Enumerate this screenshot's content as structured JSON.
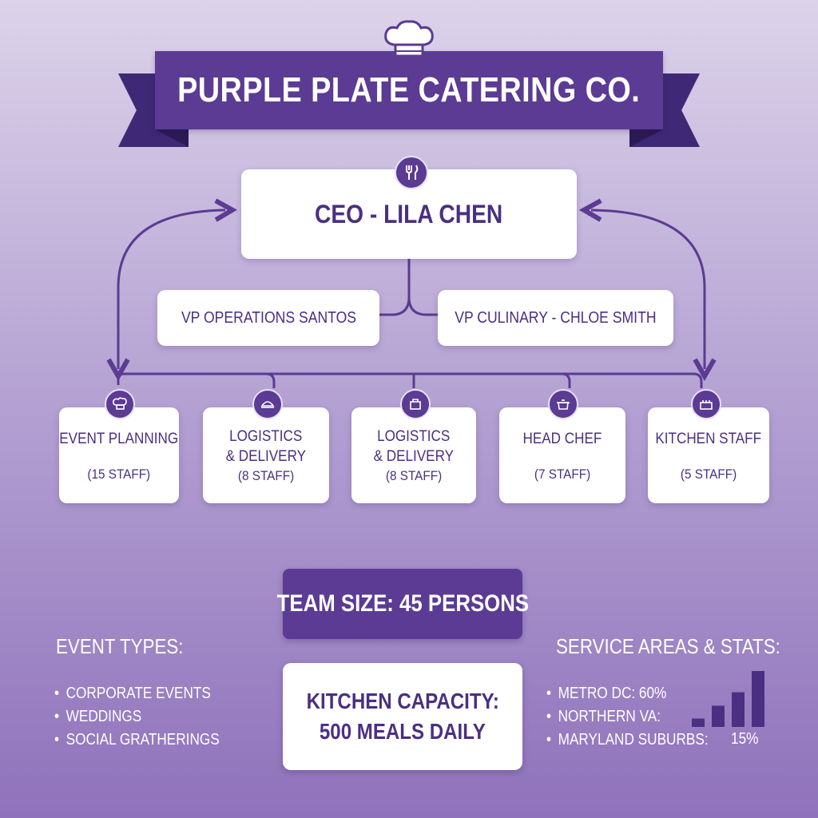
{
  "header": {
    "title": "PURPLE PLATE CATERING CO.",
    "icon": "chef-hat-icon"
  },
  "org": {
    "ceo": {
      "label": "CEO - LILA CHEN",
      "icon": "fork-knife-icon"
    },
    "vps": [
      {
        "label": "VP OPERATIONS SANTOS"
      },
      {
        "label": "VP CULINARY - CHLOE SMITH"
      }
    ],
    "departments": [
      {
        "name_line1": "EVENT PLANNING",
        "name_line2": "",
        "staff": "(15 STAFF)",
        "icon": "chef-hat-icon"
      },
      {
        "name_line1": "LOGISTICS",
        "name_line2": "& DELIVERY",
        "staff": "(8 STAFF)",
        "icon": "food-dish-icon"
      },
      {
        "name_line1": "LOGISTICS",
        "name_line2": "& DELIVERY",
        "staff": "(8 STAFF)",
        "icon": "delivery-box-icon"
      },
      {
        "name_line1": "HEAD CHEF",
        "name_line2": "",
        "staff": "(7 STAFF)",
        "icon": "cooking-pot-icon"
      },
      {
        "name_line1": "KITCHEN STAFF",
        "name_line2": "",
        "staff": "(5 STAFF)",
        "icon": "stove-icon"
      }
    ]
  },
  "team_size": "TEAM SIZE: 45 PERSONS",
  "kitchen_capacity": {
    "line1": "KITCHEN CAPACITY:",
    "line2": "500 MEALS DAILY"
  },
  "event_types": {
    "heading": "EVENT TYPES:",
    "items": [
      "CORPORATE EVENTS",
      "WEDDINGS",
      "SOCIAL GRATHERINGS"
    ]
  },
  "service_areas": {
    "heading": "SERVICE AREAS & STATS:",
    "items": [
      "METRO DC: 60%",
      "NORTHERN VA:",
      "MARYLAND SUBURBS:"
    ],
    "extra_value": "15%",
    "bar_levels": [
      0.15,
      0.38,
      0.62,
      1.0
    ]
  },
  "colors": {
    "primary": "#5b3b93",
    "dark": "#3f2875",
    "text": "#4a2f83",
    "card": "#ffffff"
  }
}
